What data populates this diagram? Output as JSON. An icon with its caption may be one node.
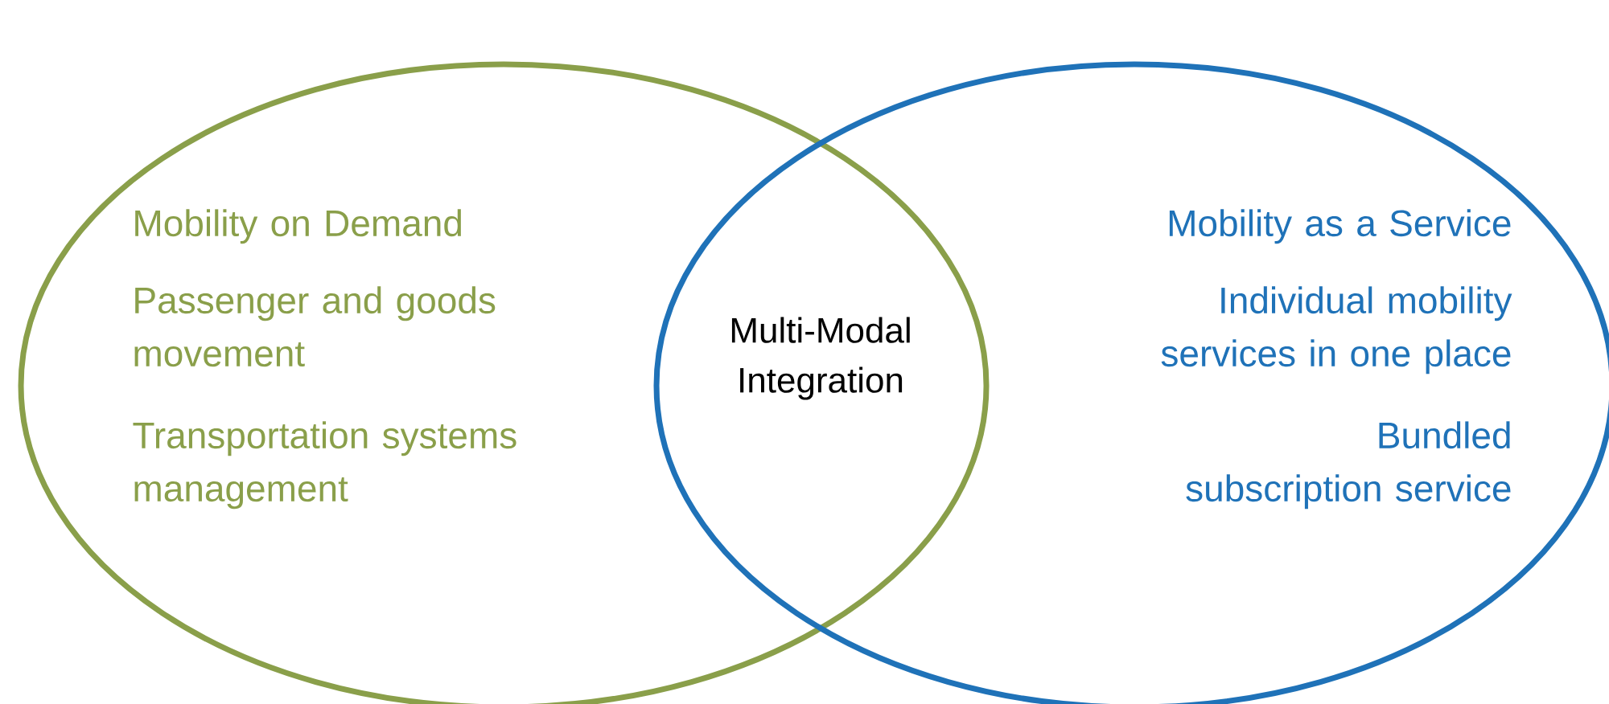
{
  "diagram": {
    "nodes": [
      {
        "text": [
          "Mobility on Demand",
          "Passenger and goods movement",
          "Transportation systems management"
        ]
      },
      {
        "text": [
          "Mobility as a Service",
          "Individual mobility services in one place",
          "Bundled subscription service"
        ]
      }
    ],
    "labels": [
      "Multi-Modal Integration"
    ]
  }
}
